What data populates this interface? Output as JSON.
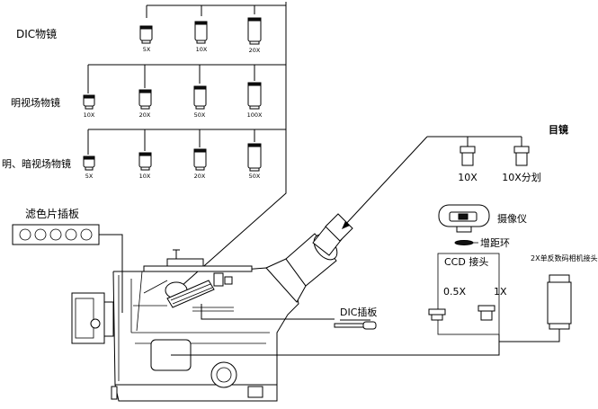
{
  "labels": {
    "dic_objectives": "DIC物镜",
    "brightfield_objectives": "明视场物镜",
    "bright_dark_objectives": "明、暗视场物镜",
    "eyepieces": "目镜",
    "filter_slider": "滤色片插板",
    "dic_slider": "DIC插板",
    "camera": "摄像仪",
    "spacer_ring": "增距环",
    "ccd_adapter": "CCD 接头",
    "dslr_adapter": "2X单反数码相机接头"
  },
  "dic_mags": [
    "5X",
    "10X",
    "20X"
  ],
  "bf_mags": [
    "10X",
    "20X",
    "50X",
    "100X"
  ],
  "bd_mags": [
    "5X",
    "10X",
    "20X",
    "50X"
  ],
  "eyepiece_mags": [
    "10X",
    "10X分划"
  ],
  "ccd_mags": [
    "0.5X",
    "1X"
  ]
}
